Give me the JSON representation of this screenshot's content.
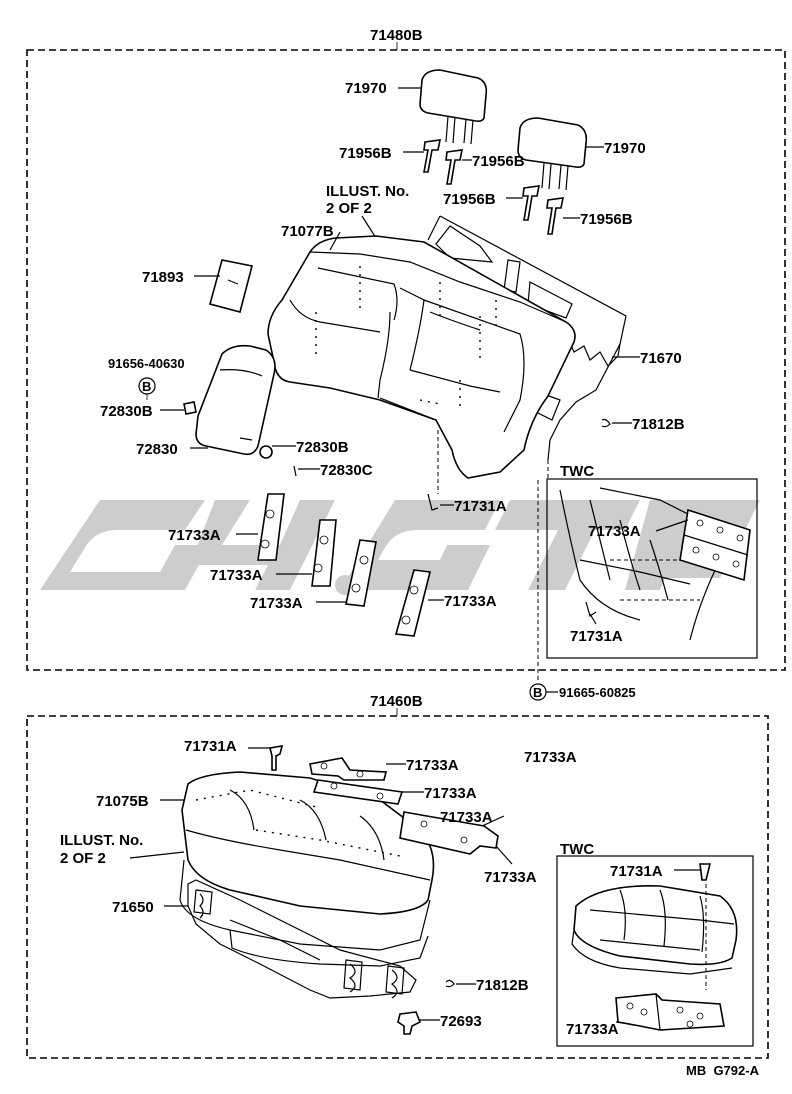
{
  "diagram_code": "MB  G792-A",
  "watermark_text": "4.9GT",
  "upper_section": {
    "assembly_label": "71480B",
    "illust_note": [
      "ILLUST. No.",
      "2 OF 2"
    ],
    "labels": {
      "headrest_left": "71970",
      "headrest_right": "71970",
      "support_1": "71956B",
      "support_2": "71956B",
      "support_3": "71956B",
      "support_4": "71956B",
      "back_cover": "71077B",
      "tag": "71893",
      "frame": "71670",
      "clip_right": "71812B",
      "bolt_code": "91656-40630",
      "bolt_symbol": "B",
      "armrest_bushing_1": "72830B",
      "armrest": "72830",
      "armrest_bushing_2": "72830B",
      "armrest_pin": "72830C",
      "hook": "71731A",
      "plate_1": "71733A",
      "plate_2": "71733A",
      "plate_3": "71733A",
      "plate_4": "71733A"
    },
    "twc_box": {
      "title": "TWC",
      "plate": "71733A",
      "hook": "71731A"
    },
    "bottom_bolt_symbol": "B",
    "bottom_bolt_code": "91665-60825"
  },
  "lower_section": {
    "assembly_label": "71460B",
    "illust_note": [
      "ILLUST. No.",
      "2 OF 2"
    ],
    "labels": {
      "hook": "71731A",
      "cushion_cover": "71075B",
      "plate_1": "71733A",
      "plate_2": "71733A",
      "plate_3": "71733A",
      "plate_4": "71733A",
      "plate_5": "71733A",
      "frame": "71650",
      "clip": "71812B",
      "fastener": "72693"
    },
    "twc_box": {
      "title": "TWC",
      "hook": "71731A",
      "plate": "71733A"
    }
  }
}
